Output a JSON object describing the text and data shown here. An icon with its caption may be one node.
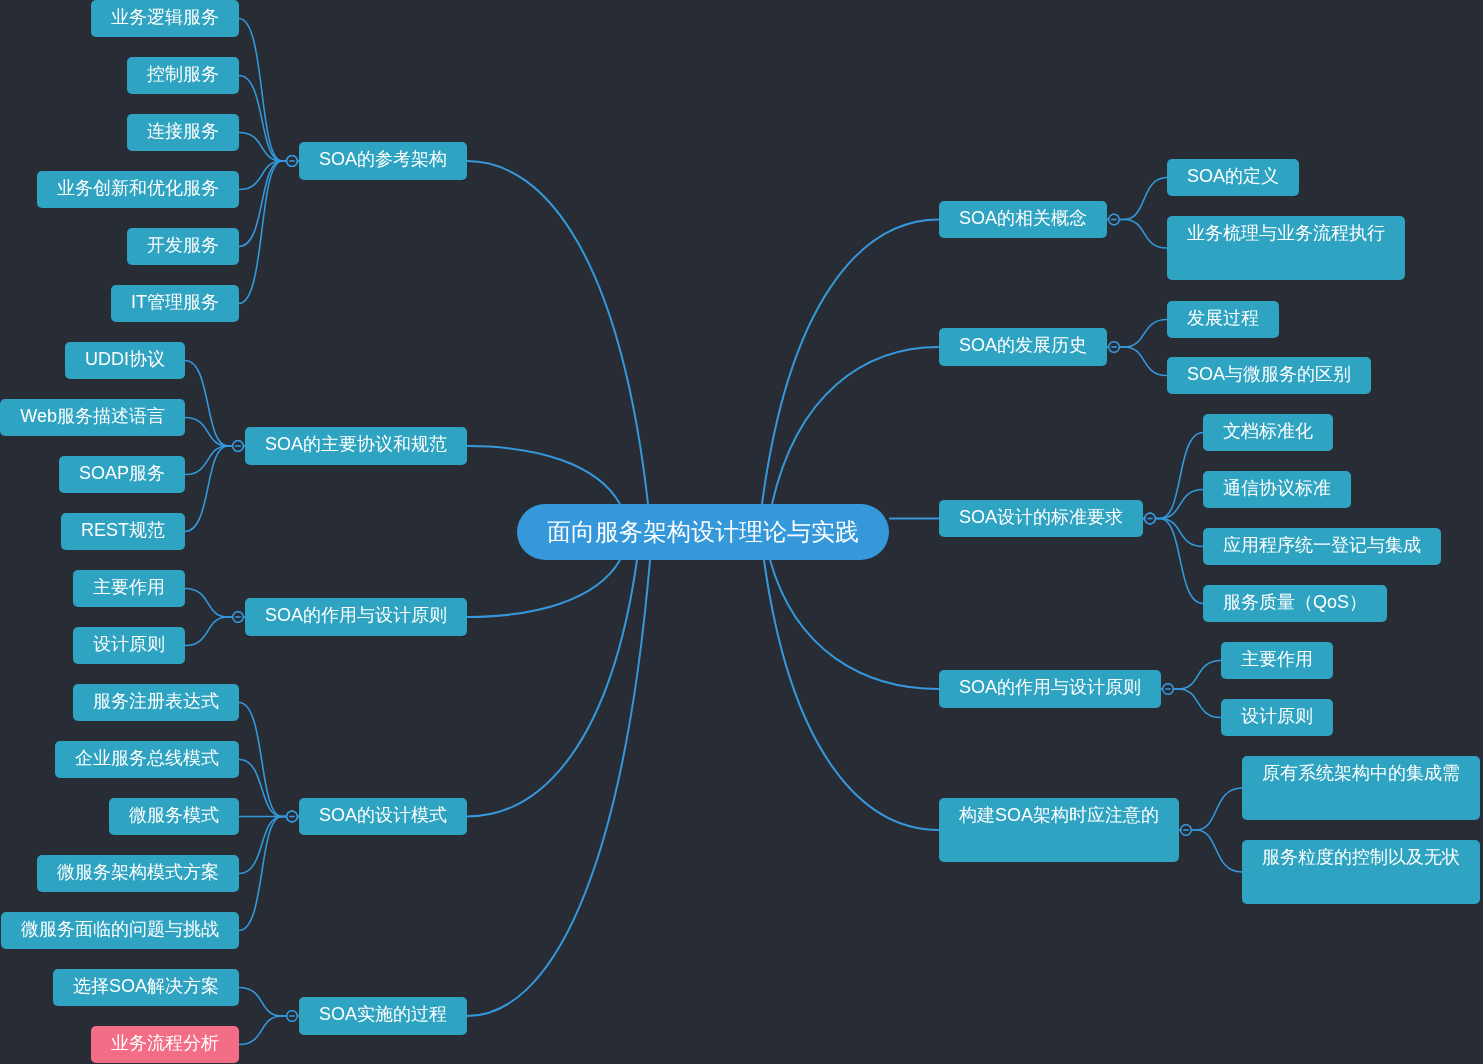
{
  "diagram": {
    "nodes": [
      {
        "text": [
          "面向服务架构设计理论与实践"
        ]
      },
      {
        "text": [
          "SOA的参考架构"
        ]
      },
      {
        "text": [
          "业务逻辑服务"
        ]
      },
      {
        "text": [
          "控制服务"
        ]
      },
      {
        "text": [
          "连接服务"
        ]
      },
      {
        "text": [
          "业务创新和优化服务"
        ]
      },
      {
        "text": [
          "开发服务"
        ]
      },
      {
        "text": [
          "IT管理服务"
        ]
      },
      {
        "text": [
          "SOA的主要协议和规范"
        ]
      },
      {
        "text": [
          "UDDI协议"
        ]
      },
      {
        "text": [
          "Web服务描述语言"
        ]
      },
      {
        "text": [
          "SOAP服务"
        ]
      },
      {
        "text": [
          "REST规范"
        ]
      },
      {
        "text": [
          "SOA的作用与设计原则"
        ]
      },
      {
        "text": [
          "主要作用"
        ]
      },
      {
        "text": [
          "设计原则"
        ]
      },
      {
        "text": [
          "SOA的设计模式"
        ]
      },
      {
        "text": [
          "服务注册表达式"
        ]
      },
      {
        "text": [
          "企业服务总线模式"
        ]
      },
      {
        "text": [
          "微服务模式"
        ]
      },
      {
        "text": [
          "微服务架构模式方案"
        ]
      },
      {
        "text": [
          "微服务面临的问题与挑战"
        ]
      },
      {
        "text": [
          "SOA实施的过程"
        ]
      },
      {
        "text": [
          "选择SOA解决方案"
        ]
      },
      {
        "text": [
          "业务流程分析"
        ]
      },
      {
        "text": [
          "SOA的相关概念"
        ]
      },
      {
        "text": [
          "SOA的定义"
        ]
      },
      {
        "text": [
          "业务梳理与业务流程执行"
        ]
      },
      {
        "text": [
          "SOA的发展历史"
        ]
      },
      {
        "text": [
          "发展过程"
        ]
      },
      {
        "text": [
          "SOA与微服务的区别"
        ]
      },
      {
        "text": [
          "SOA设计的标准要求"
        ]
      },
      {
        "text": [
          "文档标准化"
        ]
      },
      {
        "text": [
          "通信协议标准"
        ]
      },
      {
        "text": [
          "应用程序统一登记与集成"
        ]
      },
      {
        "text": [
          "服务质量（QoS）"
        ]
      },
      {
        "text": [
          "SOA的作用与设计原则"
        ]
      },
      {
        "text": [
          "主要作用"
        ]
      },
      {
        "text": [
          "设计原则"
        ]
      },
      {
        "text": [
          "构建SOA架构时应注意的"
        ]
      },
      {
        "text": [
          "原有系统架构中的集成需"
        ]
      },
      {
        "text": [
          "服务粒度的控制以及无状"
        ]
      }
    ],
    "edges": [
      {
        "from": 0,
        "to": 1,
        "arrow": "none"
      },
      {
        "from": 1,
        "to": 2,
        "arrow": "other"
      },
      {
        "from": 1,
        "to": 3,
        "arrow": "other"
      },
      {
        "from": 1,
        "to": 4,
        "arrow": "other"
      },
      {
        "from": 1,
        "to": 5,
        "arrow": "other"
      },
      {
        "from": 1,
        "to": 6,
        "arrow": "other"
      },
      {
        "from": 1,
        "to": 7,
        "arrow": "other"
      },
      {
        "from": 0,
        "to": 8,
        "arrow": "none"
      },
      {
        "from": 8,
        "to": 9,
        "arrow": "other"
      },
      {
        "from": 8,
        "to": 10,
        "arrow": "other"
      },
      {
        "from": 8,
        "to": 11,
        "arrow": "other"
      },
      {
        "from": 8,
        "to": 12,
        "arrow": "other"
      },
      {
        "from": 0,
        "to": 13,
        "arrow": "none"
      },
      {
        "from": 13,
        "to": 14,
        "arrow": "other"
      },
      {
        "from": 13,
        "to": 15,
        "arrow": "other"
      },
      {
        "from": 0,
        "to": 16,
        "arrow": "none"
      },
      {
        "from": 16,
        "to": 17,
        "arrow": "other"
      },
      {
        "from": 16,
        "to": 18,
        "arrow": "other"
      },
      {
        "from": 16,
        "to": 19,
        "arrow": "other"
      },
      {
        "from": 16,
        "to": 20,
        "arrow": "other"
      },
      {
        "from": 16,
        "to": 21,
        "arrow": "other"
      },
      {
        "from": 0,
        "to": 22,
        "arrow": "none"
      },
      {
        "from": 22,
        "to": 23,
        "arrow": "other"
      },
      {
        "from": 22,
        "to": 24,
        "arrow": "other"
      },
      {
        "from": 0,
        "to": 25,
        "arrow": "none"
      },
      {
        "from": 25,
        "to": 26,
        "arrow": "other"
      },
      {
        "from": 25,
        "to": 27,
        "arrow": "other"
      },
      {
        "from": 0,
        "to": 28,
        "arrow": "none"
      },
      {
        "from": 28,
        "to": 29,
        "arrow": "other"
      },
      {
        "from": 28,
        "to": 30,
        "arrow": "other"
      },
      {
        "from": 0,
        "to": 31,
        "arrow": "none"
      },
      {
        "from": 31,
        "to": 32,
        "arrow": "other"
      },
      {
        "from": 31,
        "to": 33,
        "arrow": "other"
      },
      {
        "from": 31,
        "to": 34,
        "arrow": "other"
      },
      {
        "from": 31,
        "to": 35,
        "arrow": "other"
      },
      {
        "from": 0,
        "to": 36,
        "arrow": "none"
      },
      {
        "from": 36,
        "to": 37,
        "arrow": "other"
      },
      {
        "from": 36,
        "to": 38,
        "arrow": "other"
      },
      {
        "from": 0,
        "to": 39,
        "arrow": "none"
      },
      {
        "from": 39,
        "to": 40,
        "arrow": "other"
      },
      {
        "from": 39,
        "to": 41,
        "arrow": "other"
      }
    ]
  }
}
